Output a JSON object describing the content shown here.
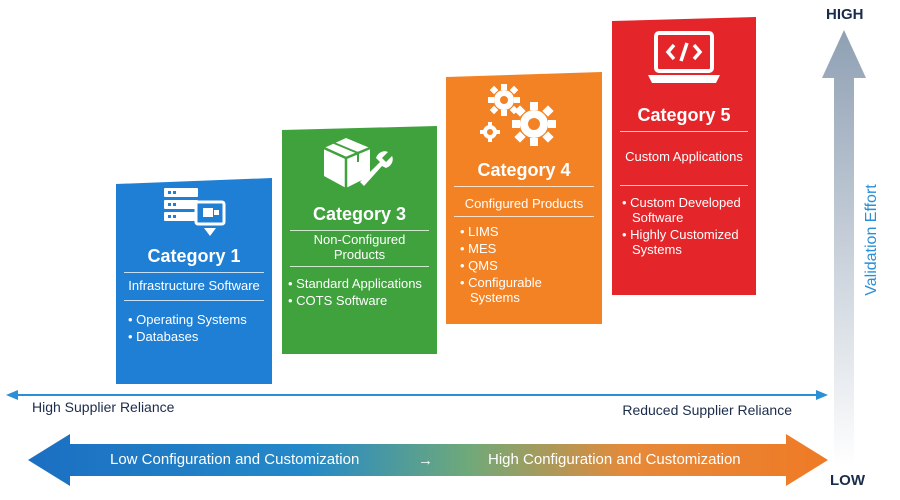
{
  "categories": [
    {
      "id": "cat1",
      "title": "Category 1",
      "subtitle": "Infrastructure Software",
      "items": [
        "Operating Systems",
        "Databases"
      ],
      "icon": "server-icon",
      "color": "#1f7fd4"
    },
    {
      "id": "cat3",
      "title": "Category 3",
      "subtitle": "Non-Configured Products",
      "items": [
        "Standard Applications",
        "COTS Software"
      ],
      "icon": "box-wrench-icon",
      "color": "#3fa23d"
    },
    {
      "id": "cat4",
      "title": "Category 4",
      "subtitle": "Configured Products",
      "items": [
        "LIMS",
        "MES",
        "QMS",
        "Configurable Systems"
      ],
      "icon": "gears-icon",
      "color": "#f28224"
    },
    {
      "id": "cat5",
      "title": "Category 5",
      "subtitle": "Custom Applications",
      "items": [
        "Custom Developed Software",
        "Highly Customized Systems"
      ],
      "icon": "laptop-code-icon",
      "color": "#e4262b"
    }
  ],
  "supplier_axis": {
    "left": "High Supplier Reliance",
    "right": "Reduced Supplier Reliance"
  },
  "configuration_arrow": {
    "left": "Low Configuration and Customization",
    "middle": "→",
    "right": "High Configuration and Customization"
  },
  "effort_axis": {
    "top": "HIGH",
    "bottom": "LOW",
    "label": "Validation Effort"
  }
}
